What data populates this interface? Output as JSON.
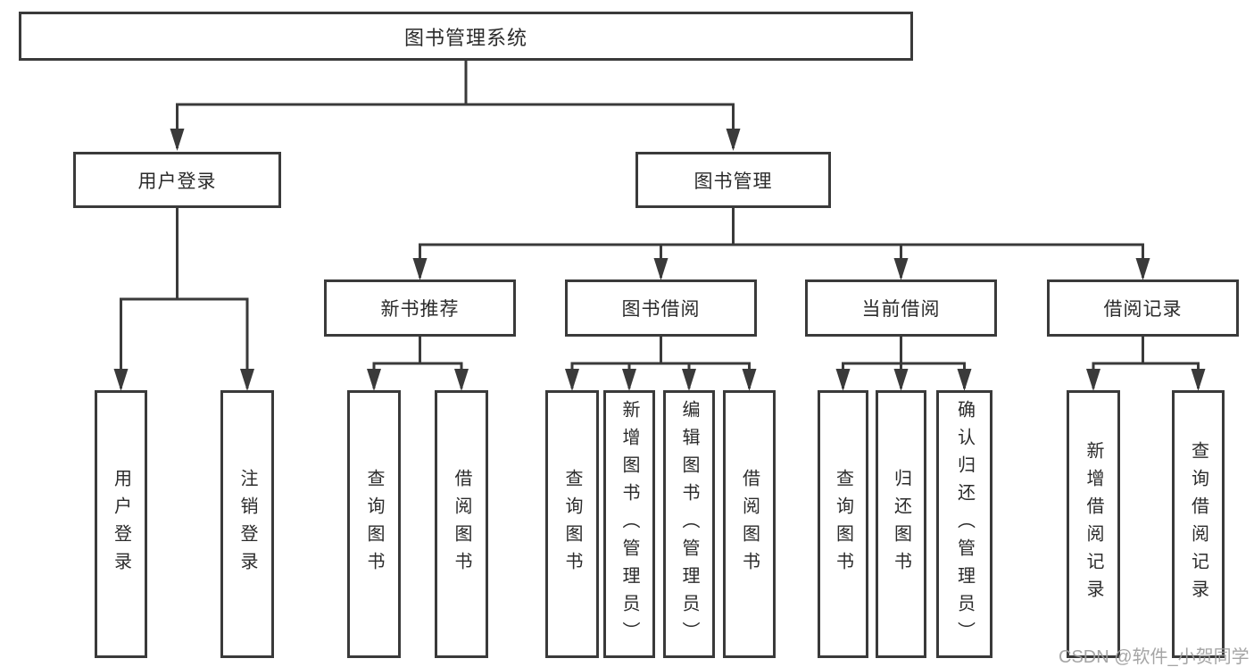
{
  "tree": {
    "root": "图书管理系统",
    "children": [
      {
        "label": "用户登录",
        "children": [
          "用户登录",
          "注销登录"
        ]
      },
      {
        "label": "图书管理",
        "children": [
          {
            "label": "新书推荐",
            "children": [
              "查询图书",
              "借阅图书"
            ]
          },
          {
            "label": "图书借阅",
            "children": [
              "查询图书",
              "新增图书（管理员）",
              "编辑图书（管理员）",
              "借阅图书"
            ]
          },
          {
            "label": "当前借阅",
            "children": [
              "查询图书",
              "归还图书",
              "确认归还（管理员）"
            ]
          },
          {
            "label": "借阅记录",
            "children": [
              "新增借阅记录",
              "查询借阅记录"
            ]
          }
        ]
      }
    ]
  },
  "watermark": "CSDN @软件_小贺同学",
  "colors": {
    "line": "#3a3a3a",
    "box_border": "#3a3a3a",
    "text": "#2b2b2b",
    "watermark": "#9e9e9e",
    "background": "#ffffff"
  }
}
